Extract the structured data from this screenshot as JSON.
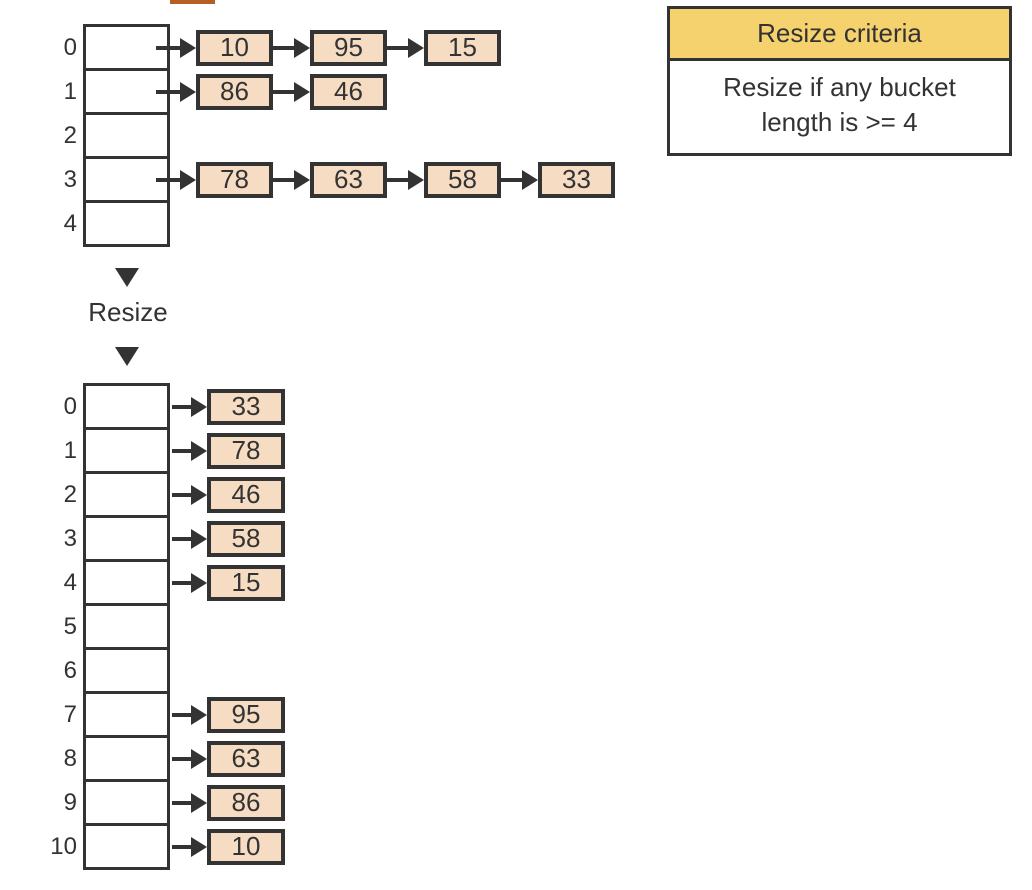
{
  "colors": {
    "stroke": "#333333",
    "text": "#333333",
    "node_fill": "#F6DCC3",
    "criteria_header_fill": "#F6D26E",
    "clipped_bar_fill": "#B55F26"
  },
  "clipped_element": {
    "note": "partially visible orange shape at top edge"
  },
  "criteria_box": {
    "title": "Resize criteria",
    "line1": "Resize if any bucket",
    "line2": "length is >= 4"
  },
  "resize_label": "Resize",
  "before_table": {
    "indices": [
      "0",
      "1",
      "2",
      "3",
      "4"
    ],
    "buckets": [
      [
        "10",
        "95",
        "15"
      ],
      [
        "86",
        "46"
      ],
      [],
      [
        "78",
        "63",
        "58",
        "33"
      ],
      []
    ]
  },
  "after_table": {
    "indices": [
      "0",
      "1",
      "2",
      "3",
      "4",
      "5",
      "6",
      "7",
      "8",
      "9",
      "10"
    ],
    "buckets": [
      [
        "33"
      ],
      [
        "78"
      ],
      [
        "46"
      ],
      [
        "58"
      ],
      [
        "15"
      ],
      [],
      [],
      [
        "95"
      ],
      [
        "63"
      ],
      [
        "86"
      ],
      [
        "10"
      ]
    ]
  }
}
